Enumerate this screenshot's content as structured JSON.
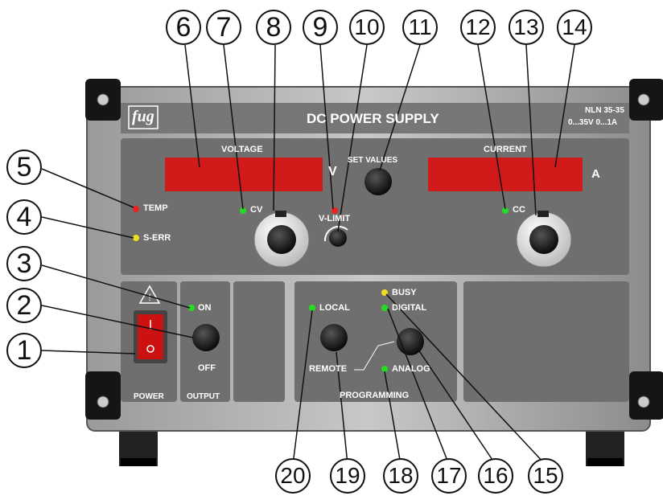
{
  "header": {
    "logo_text": "fug",
    "title": "DC POWER SUPPLY",
    "model_line1": "NLN 35-35",
    "model_line2": "0...35V  0...1A"
  },
  "panel": {
    "voltage_label": "VOLTAGE",
    "voltage_unit": "V",
    "set_values_label": "SET VALUES",
    "current_label": "CURRENT",
    "current_unit": "A",
    "temp_label": "TEMP",
    "serr_label": "S-ERR",
    "cv_label": "CV",
    "vlimit_label": "V-LIMIT",
    "cc_label": "CC",
    "on_label": "ON",
    "off_label": "OFF",
    "power_label": "POWER",
    "output_label": "OUTPUT",
    "busy_label": "BUSY",
    "local_label": "LOCAL",
    "digital_label": "DIGITAL",
    "remote_label": "REMOTE",
    "analog_label": "ANALOG",
    "programming_label": "PROGRAMMING"
  },
  "callouts": [
    "1",
    "2",
    "3",
    "4",
    "5",
    "6",
    "7",
    "8",
    "9",
    "10",
    "11",
    "12",
    "13",
    "14",
    "15",
    "16",
    "17",
    "18",
    "19",
    "20"
  ],
  "colors": {
    "panel_gray": "#8f8f8f",
    "recess_gray": "#6e6e6e",
    "display_red": "#d11b1b",
    "led_green": "#22dd22",
    "led_red": "#ee2222",
    "led_yellow": "#eedd22",
    "switch_red": "#cc1111"
  }
}
